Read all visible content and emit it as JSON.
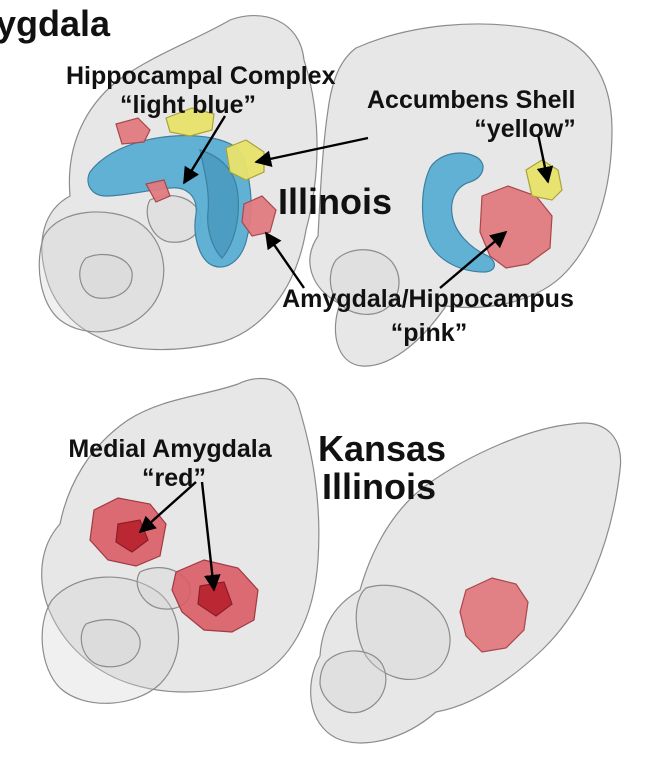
{
  "title": "ygdala",
  "labels": {
    "hippocampal_name": "Hippocampal Complex",
    "hippocampal_color": "“light blue”",
    "accumbens_name": "Accumbens Shell",
    "accumbens_color": "“yellow”",
    "amygdala_hippo_name": "Amygdala/Hippocampus",
    "amygdala_hippo_color": "“pink”",
    "medial_name": "Medial Amygdala",
    "medial_color": "“red”"
  },
  "strains": {
    "top": "Illinois",
    "bottom_line1": "Kansas",
    "bottom_line2": "Illinois"
  },
  "colors": {
    "brain": "#d4d4d4",
    "brain_outline": "#8c8c8c",
    "hippocampal": "#5aaed3",
    "accumbens": "#e8e36a",
    "amygdala_hippo": "#e07a7f",
    "medial_amygdala": "#d95c66",
    "arrow": "#000000"
  }
}
